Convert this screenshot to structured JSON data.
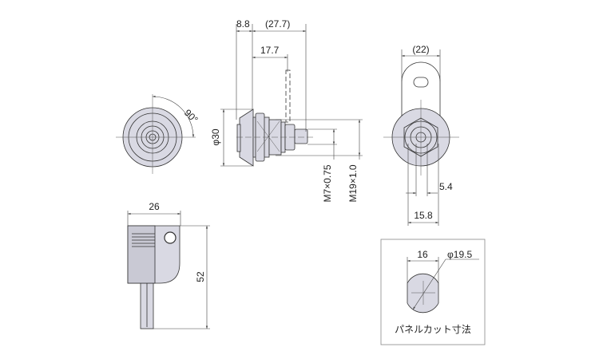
{
  "drawing": {
    "front_view": {
      "angle_label": "90°"
    },
    "side_view": {
      "dim_flange": "8.8",
      "dim_total": "(27.7)",
      "dim_cam": "17.7",
      "dim_diameter": "φ30",
      "thread_small": "M7×0.75",
      "thread_large": "M19×1.0"
    },
    "key_view": {
      "dim_width": "26",
      "dim_height": "52"
    },
    "rear_view": {
      "dim_cam_width": "(22)",
      "dim_flat": "5.4",
      "dim_across": "15.8"
    },
    "panel_cut": {
      "dim_flat": "16",
      "dim_diameter": "φ19.5",
      "label": "パネルカット寸法"
    }
  },
  "colors": {
    "fill": "#d9d9e3",
    "line": "#333333"
  }
}
